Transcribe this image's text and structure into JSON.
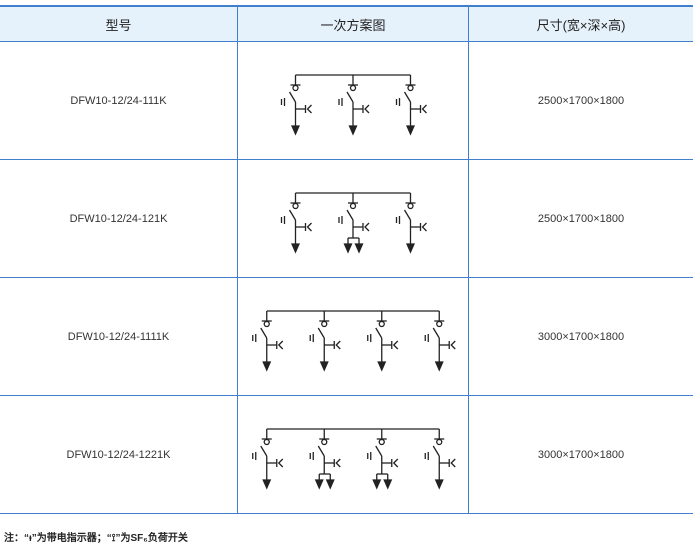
{
  "headers": {
    "model": "型号",
    "scheme": "一次方案图",
    "size": "尺寸(宽×深×高)"
  },
  "rows": [
    {
      "model": "DFW10-12/24-111K",
      "size": "2500×1700×1800",
      "units": [
        "single",
        "single",
        "single"
      ]
    },
    {
      "model": "DFW10-12/24-121K",
      "size": "2500×1700×1800",
      "units": [
        "single",
        "double",
        "single"
      ]
    },
    {
      "model": "DFW10-12/24-1111K",
      "size": "3000×1700×1800",
      "units": [
        "single",
        "single",
        "single",
        "single"
      ]
    },
    {
      "model": "DFW10-12/24-1221K",
      "size": "3000×1700×1800",
      "units": [
        "single",
        "double",
        "double",
        "single"
      ]
    }
  ],
  "note": {
    "prefix": "注：“",
    "indicator_symbol": "ᵼ",
    "mid": "”为带电指示器；“",
    "switch_symbol": "⟟",
    "suffix": "”为SF₆负荷开关"
  },
  "colors": {
    "border": "#3f7fcc",
    "header_bg": "#e6f2fb",
    "line": "#222222"
  }
}
